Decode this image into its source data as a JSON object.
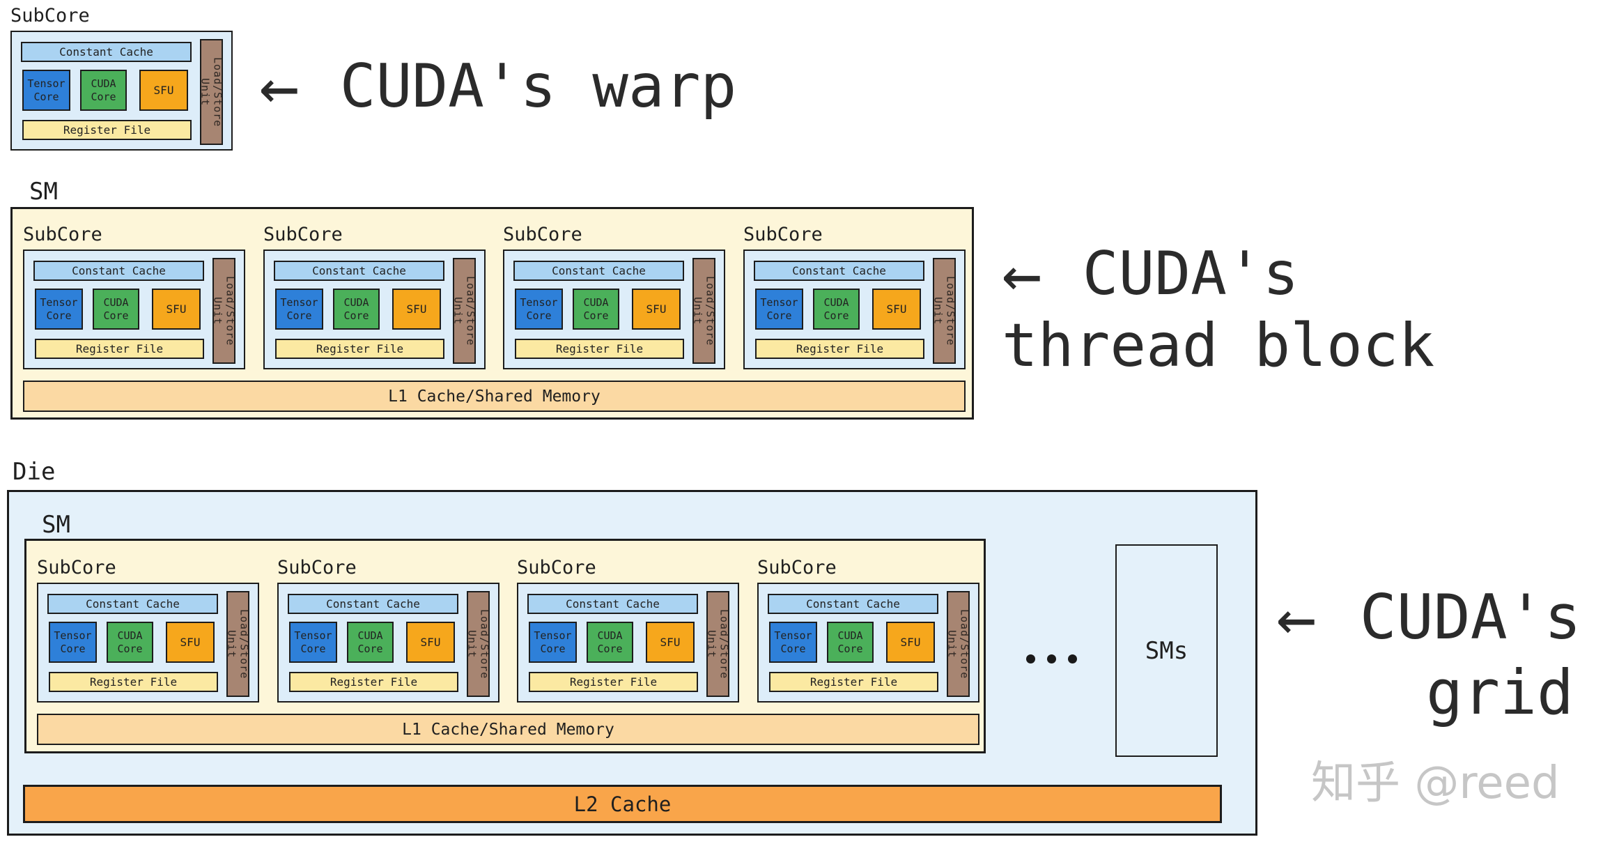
{
  "labels": {
    "subcore": "SubCore",
    "sm": "SM",
    "die": "Die",
    "sms": "SMs",
    "constant_cache": "Constant Cache",
    "tensor_core": "Tensor Core",
    "cuda_core": "CUDA Core",
    "sfu": "SFU",
    "register_file": "Register File",
    "load_store_unit": "Load/Store Unit",
    "l1": "L1 Cache/Shared Memory",
    "l2": "L2 Cache",
    "ellipsis": "..."
  },
  "annotations": {
    "warp": {
      "arrow": "←",
      "text": "CUDA's warp"
    },
    "thread_block": {
      "arrow": "←",
      "line1": "CUDA's",
      "line2": "thread block"
    },
    "grid": {
      "arrow": "←",
      "line1": "CUDA's",
      "line2": "grid"
    }
  },
  "watermark": {
    "text": "知乎 @reed"
  },
  "colors": {
    "border": "#1c1c1c",
    "subcore_bg": "#ddedf9",
    "constant_cache": "#aad3f2",
    "tensor_core": "#2e80d9",
    "cuda_core": "#4bb05a",
    "sfu": "#f6a71c",
    "register_file": "#fbe9a2",
    "load_store": "#a78572",
    "sm_bg": "#fdf6d9",
    "l1_bar": "#fbd9a3",
    "die_bg": "#e4f1fa",
    "l2_bar": "#f9a54a",
    "annotation_text": "#2b2b2b",
    "watermark_text": "#c6c6c6"
  }
}
